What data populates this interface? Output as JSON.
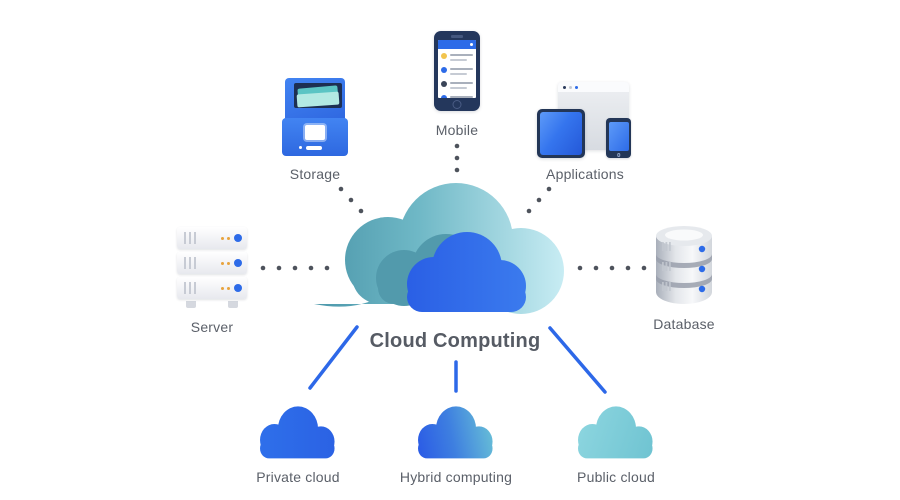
{
  "diagram": {
    "title": "Cloud Computing",
    "nodes": [
      {
        "id": "storage",
        "label": "Storage"
      },
      {
        "id": "mobile",
        "label": "Mobile"
      },
      {
        "id": "applications",
        "label": "Applications"
      },
      {
        "id": "server",
        "label": "Server"
      },
      {
        "id": "database",
        "label": "Database"
      },
      {
        "id": "private-cloud",
        "label": "Private cloud"
      },
      {
        "id": "hybrid-computing",
        "label": "Hybrid computing"
      },
      {
        "id": "public-cloud",
        "label": "Public cloud"
      }
    ],
    "colors": {
      "accent_blue": "#2D6BE8",
      "teal_dark": "#4E99AC",
      "teal_light": "#C9EDF4",
      "public_cloud_teal": "#7CCAD7",
      "label_text": "#5B6069",
      "title_text": "#565B64",
      "connector_dot": "#4E535C",
      "connector_line": "#2D68E8"
    }
  }
}
